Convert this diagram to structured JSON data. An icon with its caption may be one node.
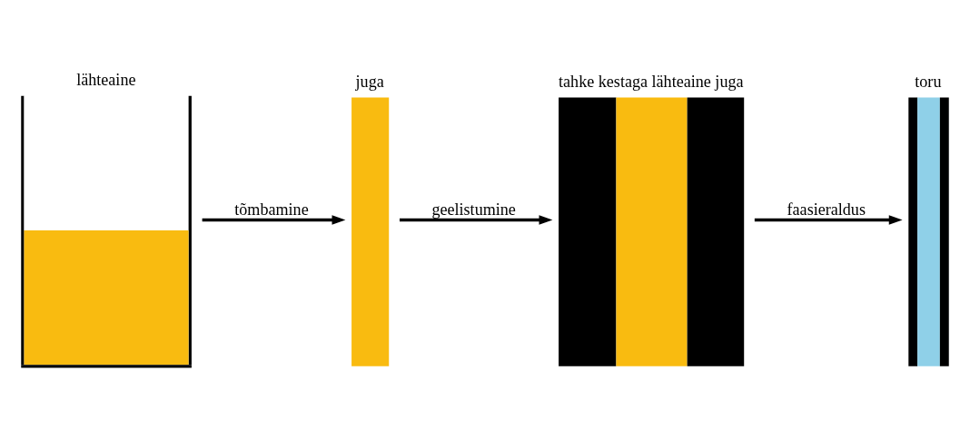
{
  "diagram": {
    "nodes": [
      {
        "text": [
          "lähteaine"
        ]
      },
      {
        "text": [
          "juga"
        ]
      },
      {
        "text": [
          "tahke kestaga lähteaine juga"
        ]
      },
      {
        "text": [
          "toru"
        ]
      }
    ],
    "edges": [
      {
        "from": 0,
        "to": 1,
        "arrow": "to",
        "label": "tõmbamine"
      },
      {
        "from": 1,
        "to": 2,
        "arrow": "to",
        "label": "geelistumine"
      },
      {
        "from": 2,
        "to": 3,
        "arrow": "to",
        "label": "faasieraldus"
      }
    ]
  }
}
